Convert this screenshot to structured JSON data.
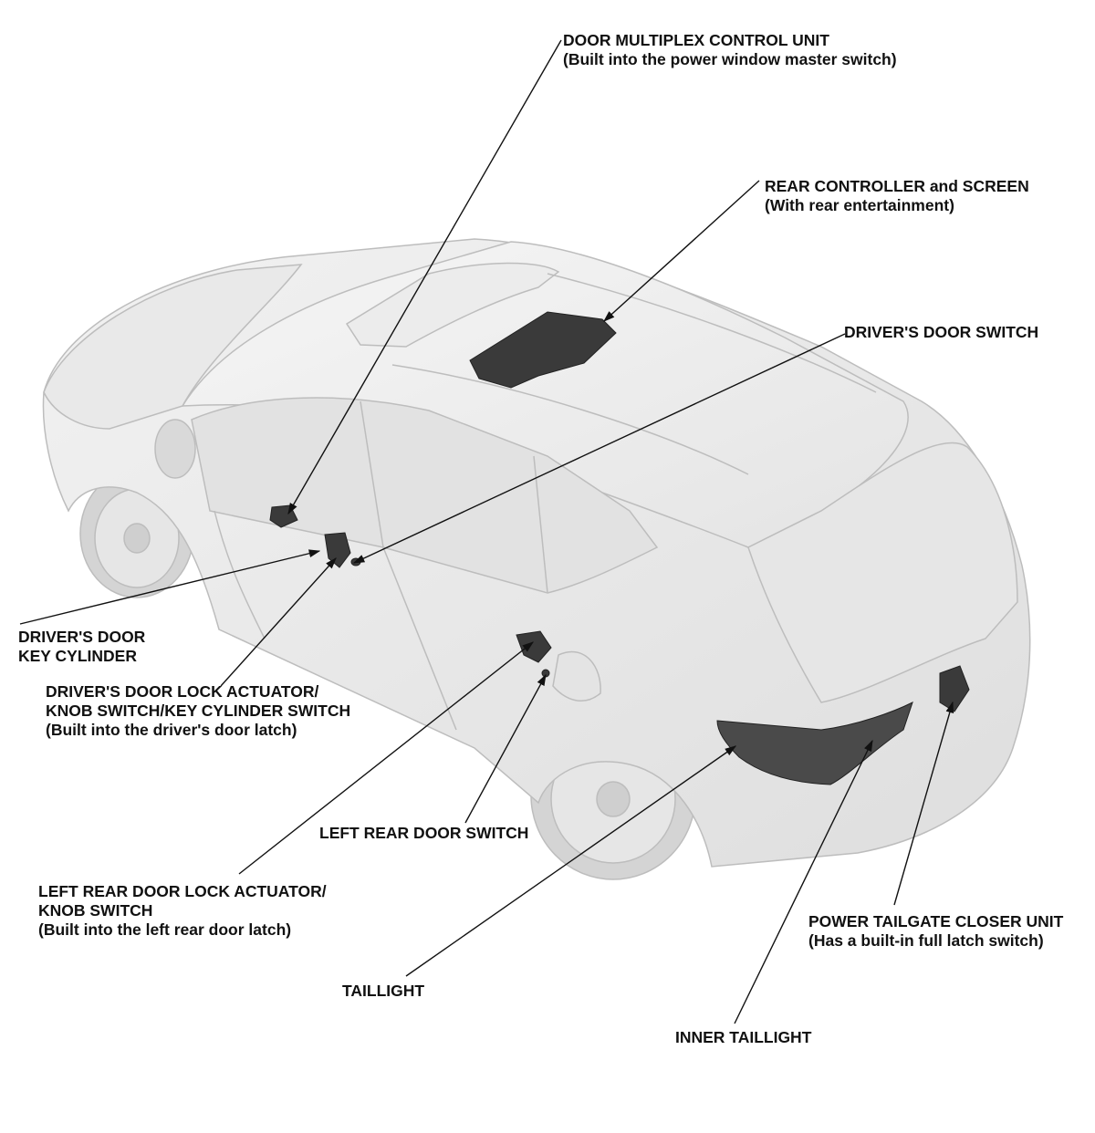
{
  "diagram": {
    "type": "component-location",
    "colors": {
      "line": "#111111",
      "body": "#eeeeee",
      "bodyStroke": "#bdbdbd",
      "part": "#3a3a3a",
      "lens": "#4a4a4a"
    },
    "callouts": [
      {
        "id": "door-multiplex",
        "lines": [
          "DOOR MULTIPLEX CONTROL UNIT",
          "(Built into the power window master switch)"
        ]
      },
      {
        "id": "rear-controller",
        "lines": [
          "REAR CONTROLLER and SCREEN",
          "(With rear entertainment)"
        ]
      },
      {
        "id": "drivers-door-switch",
        "lines": [
          "DRIVER'S DOOR SWITCH"
        ]
      },
      {
        "id": "drivers-key-cylinder",
        "lines": [
          "DRIVER'S DOOR",
          "KEY CYLINDER"
        ]
      },
      {
        "id": "drivers-lock-actuator",
        "lines": [
          "DRIVER'S DOOR LOCK ACTUATOR/",
          "KNOB SWITCH/KEY CYLINDER SWITCH",
          "(Built into the driver's door latch)"
        ]
      },
      {
        "id": "left-rear-door-switch",
        "lines": [
          "LEFT REAR DOOR SWITCH"
        ]
      },
      {
        "id": "left-rear-lock-actuator",
        "lines": [
          "LEFT REAR DOOR LOCK ACTUATOR/",
          "KNOB SWITCH",
          "(Built into the left rear door latch)"
        ]
      },
      {
        "id": "power-tailgate-closer",
        "lines": [
          "POWER TAILGATE CLOSER UNIT",
          "(Has a built-in full latch switch)"
        ]
      },
      {
        "id": "taillight",
        "lines": [
          "TAILLIGHT"
        ]
      },
      {
        "id": "inner-taillight",
        "lines": [
          "INNER TAILLIGHT"
        ]
      }
    ]
  }
}
